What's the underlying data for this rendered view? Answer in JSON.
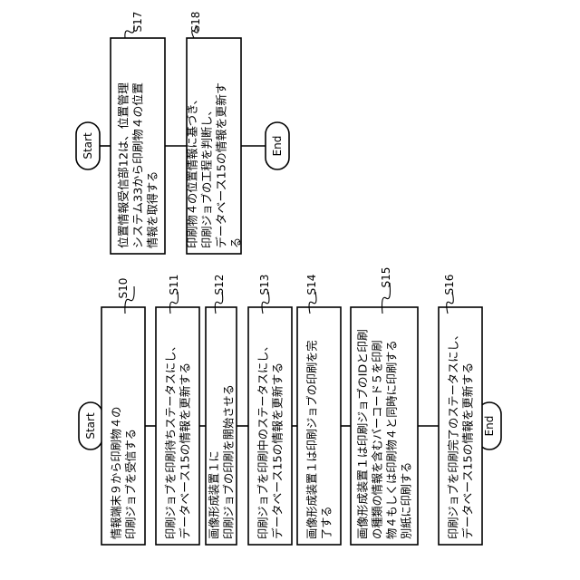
{
  "flow_left": {
    "start": "Start",
    "end": "End",
    "steps": [
      {
        "id": "S10",
        "lines": [
          "情報端末９から印刷物４の",
          "印刷ジョブを受信する"
        ]
      },
      {
        "id": "S11",
        "lines": [
          "印刷ジョブを印刷待ちステータスにし、",
          "データベース15の情報を更新する"
        ]
      },
      {
        "id": "S12",
        "lines": [
          "画像形成装置１に",
          "印刷ジョブの印刷を開始させる"
        ]
      },
      {
        "id": "S13",
        "lines": [
          "印刷ジョブを印刷中のステータスにし、",
          "データベース15の情報を更新する"
        ]
      },
      {
        "id": "S14",
        "lines": [
          "画像形成装置１は印刷ジョブの印刷を完",
          "了する"
        ]
      },
      {
        "id": "S15",
        "lines": [
          "画像形成装置１は印刷ジョブのIDと印刷",
          "の種類の情報を含むバーコード５を印刷",
          "物４もしくは印刷物４と同時に印刷する",
          "別紙に印刷する"
        ]
      },
      {
        "id": "S16",
        "lines": [
          "印刷ジョブを印刷完了のステータスにし、",
          "データベース15の情報を更新する"
        ]
      }
    ]
  },
  "flow_right": {
    "start": "Start",
    "end": "End",
    "steps": [
      {
        "id": "S17",
        "lines": [
          "位置情報受信部12は、位置管理",
          "システム33から印刷物４の位置",
          "情報を取得する"
        ]
      },
      {
        "id": "S18",
        "lines": [
          "印刷物４の位置情報に基づき、",
          "印刷ジョブの工程を判断し、",
          "データベース15の情報を更新す",
          "る"
        ]
      }
    ]
  }
}
